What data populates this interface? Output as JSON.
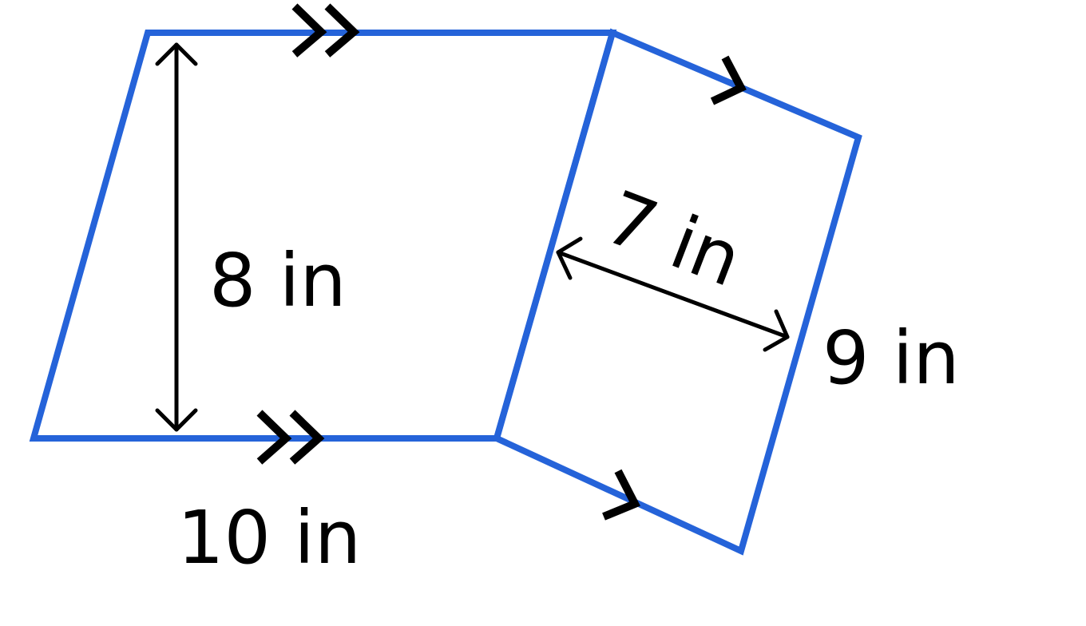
{
  "colors": {
    "shape_stroke": "#2563D9",
    "ink": "#000000",
    "background": "#FFFFFF"
  },
  "labels": {
    "height": "8 in",
    "base": "10 in",
    "parallelogram_height": "7 in",
    "parallelogram_side": "9 in"
  },
  "marks": {
    "left_parallelogram": "double-arrow parallel marks on top and bottom sides",
    "right_parallelogram": "single-arrow parallel marks on top and bottom sides"
  }
}
